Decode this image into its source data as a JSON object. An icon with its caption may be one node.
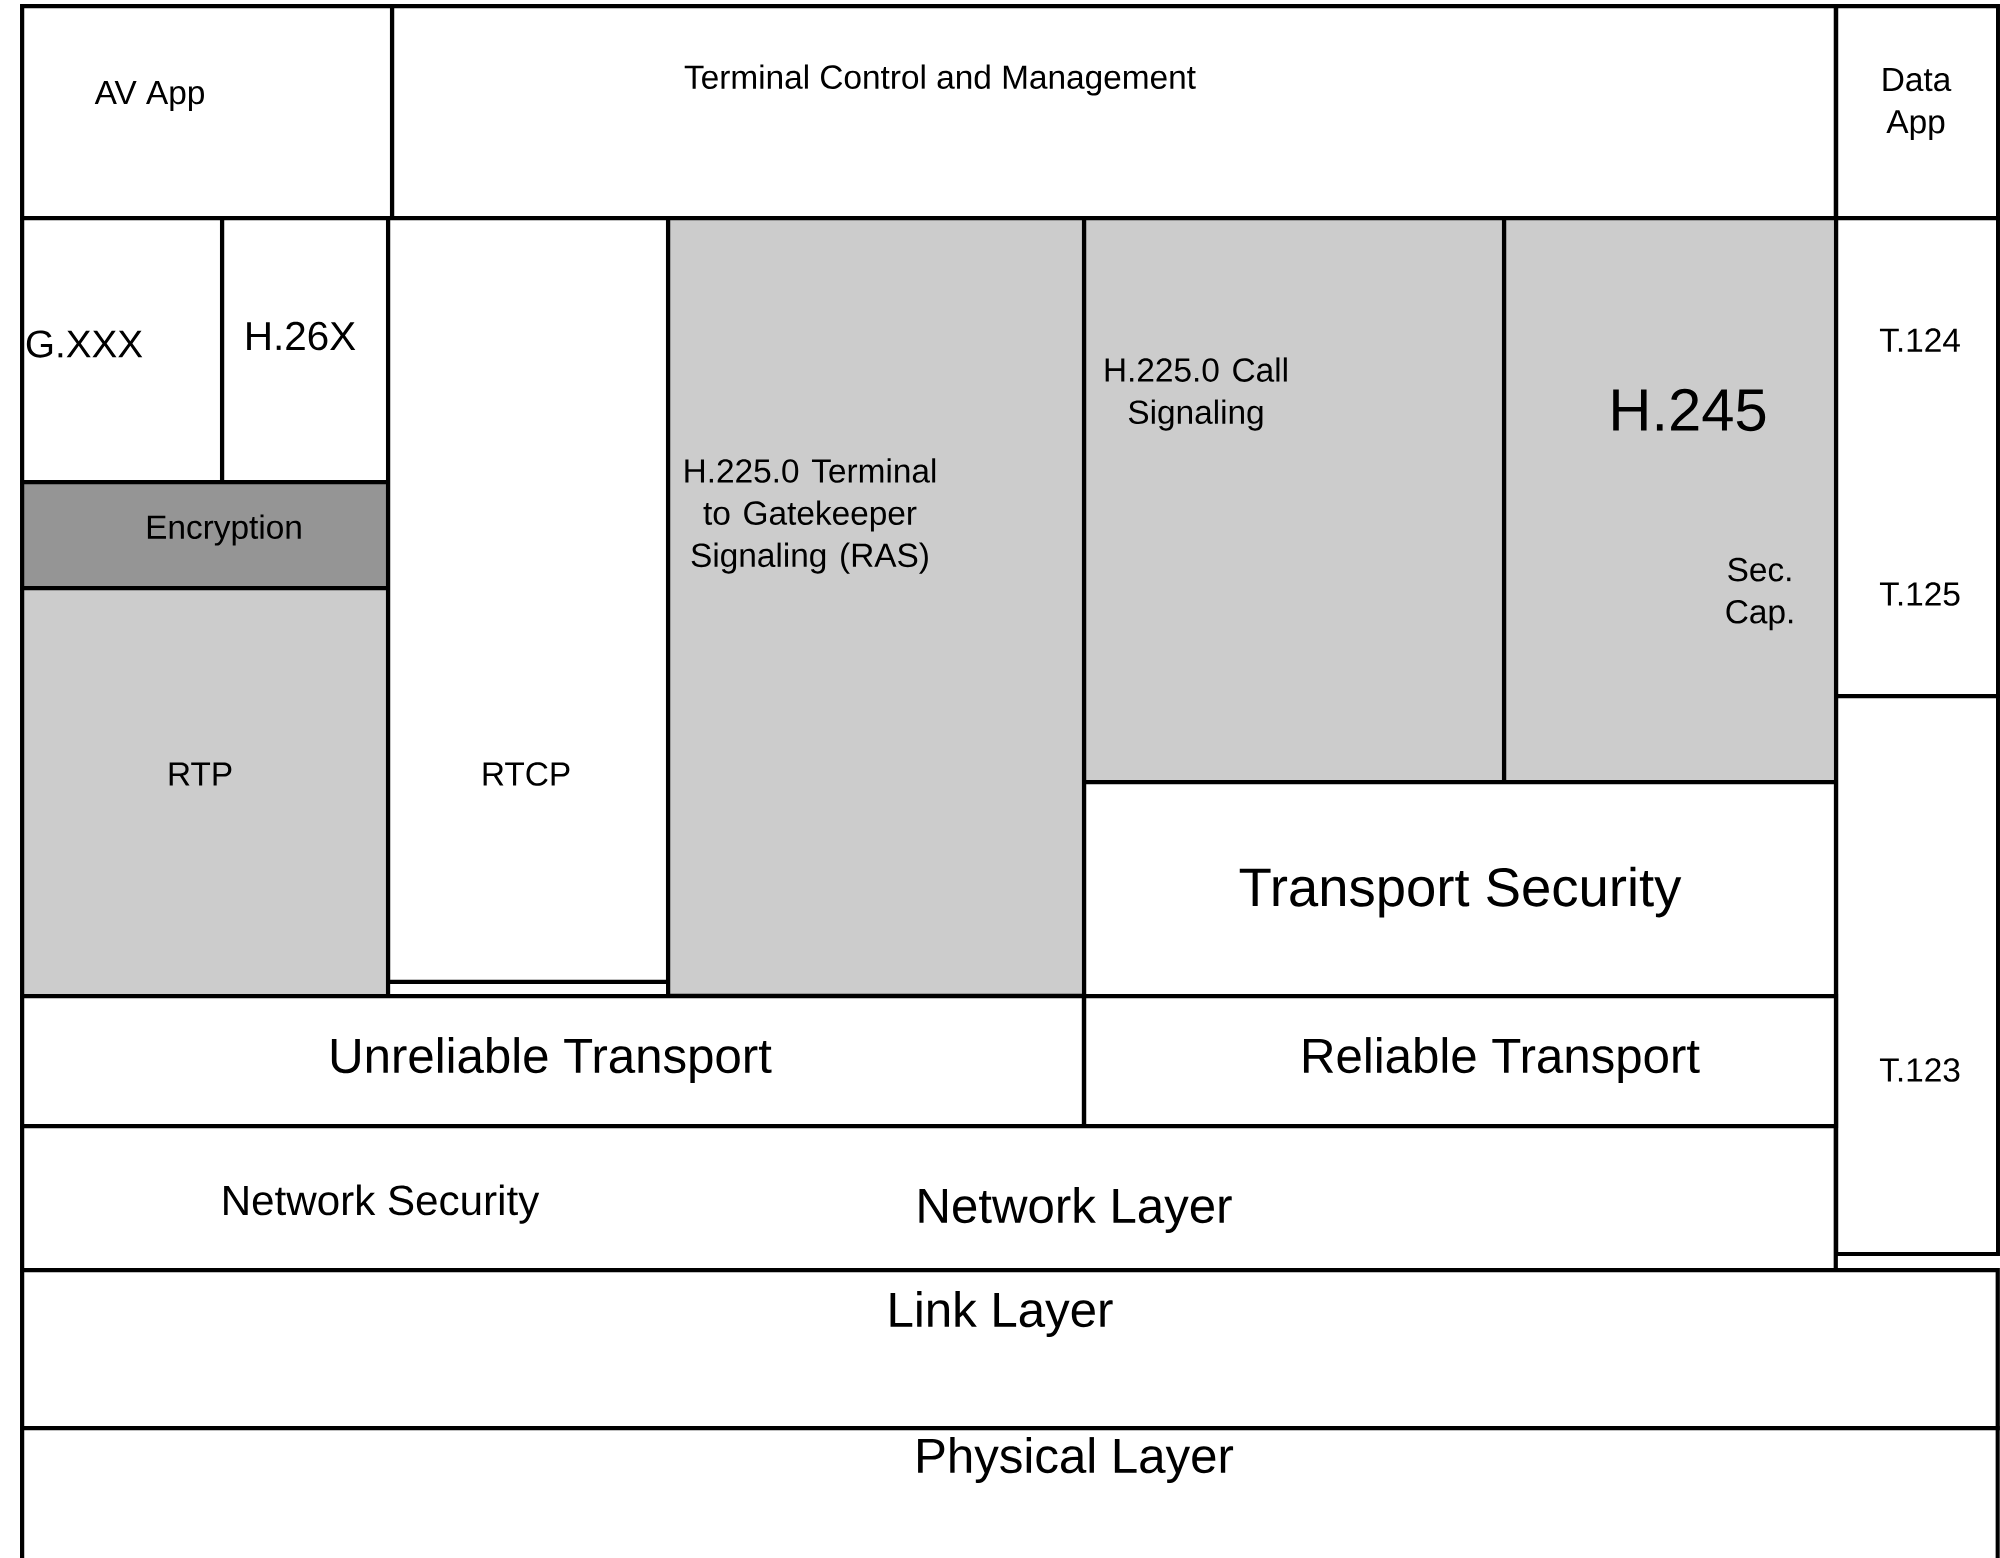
{
  "diagram": {
    "nodes": [
      {
        "text": [
          "AV App"
        ]
      },
      {
        "text": [
          "Terminal Control and Management"
        ]
      },
      {
        "text": [
          "Data App"
        ]
      },
      {
        "text": [
          "G.XXX"
        ]
      },
      {
        "text": [
          "H.26X"
        ]
      },
      {
        "text": [
          "Encryption"
        ]
      },
      {
        "text": [
          "RTP"
        ]
      },
      {
        "text": [
          "RTCP"
        ]
      },
      {
        "text": [
          "H.225.0 Terminal to Gatekeeper Signaling (RAS)"
        ]
      },
      {
        "text": [
          "H.225.0 Call Signaling"
        ]
      },
      {
        "text": [
          "H.245",
          "Sec. Cap."
        ]
      },
      {
        "text": [
          "T.124",
          "T.125"
        ]
      },
      {
        "text": [
          "Transport Security"
        ]
      },
      {
        "text": [
          "T.123"
        ]
      },
      {
        "text": [
          "Unreliable Transport"
        ]
      },
      {
        "text": [
          "Reliable Transport"
        ]
      },
      {
        "text": [
          "Network Security",
          "Network Layer"
        ]
      },
      {
        "text": [
          "Link Layer"
        ]
      },
      {
        "text": [
          "Physical Layer"
        ]
      }
    ]
  }
}
